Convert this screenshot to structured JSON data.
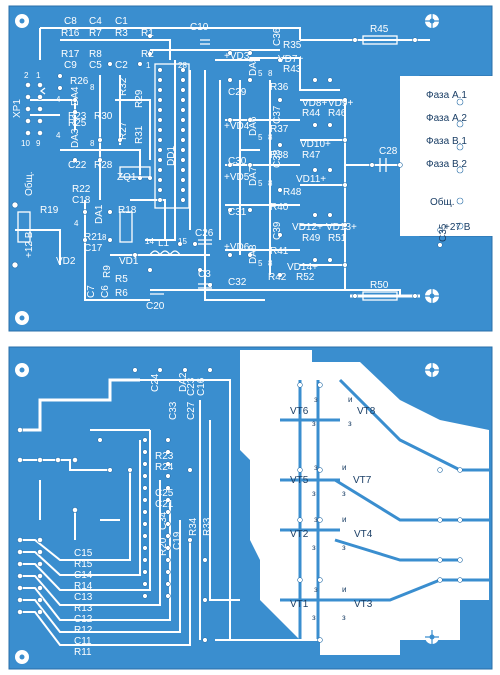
{
  "top_board": {
    "components": [
      "C8",
      "C4",
      "C1",
      "R16",
      "R7",
      "R3",
      "R1",
      "R17",
      "R8",
      "R2",
      "C9",
      "C5",
      "C2",
      "1",
      "XP1",
      "R26",
      "DA4",
      "R32",
      "R29",
      "R25",
      "R23",
      "R30",
      "DA3",
      "R27",
      "R31",
      "C22",
      "R28",
      "ZQ1",
      "DD1",
      "28",
      "14",
      "15",
      "R22",
      "C18",
      "R19",
      "R18",
      "DA1",
      "R21",
      "C17",
      "L1",
      "VD2",
      "R9",
      "VD1",
      "R5",
      "R6",
      "C7",
      "C6",
      "C20",
      "C10",
      "+VD3",
      "C36",
      "R35",
      "DA5",
      "R43",
      "R36",
      "C29",
      "VD7+",
      "+VD4",
      "C37",
      "DA6",
      "R37",
      "R44",
      "R46",
      "VD8+",
      "VD9+",
      "VD10+",
      "R38",
      "R47",
      "C30",
      "C38",
      "+VD5",
      "DA7",
      "VD11+",
      "R48",
      "C31",
      "R40",
      "C39",
      "+VD6",
      "DA8",
      "R41",
      "VD12+",
      "VD13+",
      "R49",
      "R51",
      "C32",
      "R42",
      "R52",
      "VD14+",
      "C26",
      "C3",
      "R45",
      "C28",
      "R50",
      "C35"
    ],
    "pins": {
      "xp1_left": "2",
      "xp1_right": "1",
      "xp1_bottom_left": "10",
      "xp1_bottom_right": "9",
      "da4_pin": "4",
      "da4_pin8": "8",
      "da3_pin": "4",
      "da3_pin8": "8",
      "da1_pin4": "4",
      "da1_pin8": "8",
      "da5_pin": "5",
      "da5_pin8": "8",
      "da6_pin": "5",
      "da6_pin8": "8",
      "da7_pin": "5",
      "da7_pin8": "8",
      "da8_pin": "5",
      "da8_pin8": "8",
      "dd1_pin1": "1"
    },
    "connectors": {
      "phase_a1": "Фаза А.1",
      "phase_a2": "Фаза А.2",
      "phase_b1": "Фаза В.1",
      "phase_b2": "Фаза В.2",
      "common_right": "Общ.",
      "supply_27": "+27 В",
      "common_left": "Общ.",
      "supply_12": "+12 В"
    }
  },
  "bottom_board": {
    "components": [
      "C24",
      "DA2",
      "C23",
      "C16",
      "C33",
      "C27",
      "R23",
      "R24",
      "C25",
      "C21",
      "R34",
      "R33",
      "C34",
      "C19",
      "R20",
      "C15",
      "R15",
      "C14",
      "R14",
      "C13",
      "R13",
      "C12",
      "R12",
      "C11",
      "R11"
    ],
    "transistors": [
      {
        "name": "VT6",
        "left": "з",
        "right": "и",
        "left2": "и",
        "right2": "з"
      },
      {
        "name": "VT8",
        "left": "з",
        "right": "и",
        "left2": "и",
        "right2": "з"
      },
      {
        "name": "VT5",
        "left": "з",
        "right": "и",
        "left2": "и",
        "right2": "з"
      },
      {
        "name": "VT7",
        "left": "з",
        "right": "и",
        "left2": "и",
        "right2": "з"
      },
      {
        "name": "VT2",
        "left": "з",
        "right": "и",
        "left2": "и",
        "right2": "з"
      },
      {
        "name": "VT4",
        "left": "з",
        "right": "и",
        "left2": "и",
        "right2": "з"
      },
      {
        "name": "VT1",
        "left": "з",
        "right": "и",
        "left2": "и",
        "right2": "з"
      },
      {
        "name": "VT3",
        "left": "з",
        "right": "и",
        "left2": "и",
        "right2": "з"
      }
    ]
  },
  "colors": {
    "board": "#3a8ecf",
    "copper": "#ffffff",
    "text_dark": "#1b3f66"
  }
}
